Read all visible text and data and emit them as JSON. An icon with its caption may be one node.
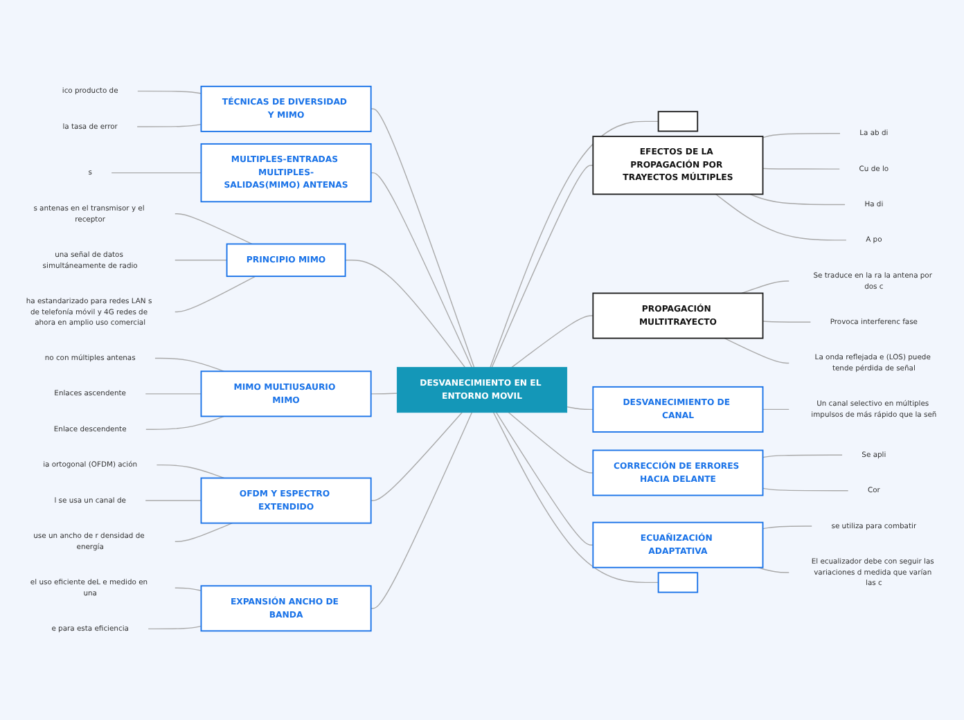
{
  "diagram": {
    "nodes": [
      {
        "text": [
          "DESVANECIMIENTO EN EL ENTORNO MOVIL"
        ]
      },
      {
        "text": [
          "TÉCNICAS DE DIVERSIDAD Y MIMO"
        ]
      },
      {
        "text": [
          "ico producto de"
        ]
      },
      {
        "text": [
          "la tasa de error"
        ]
      },
      {
        "text": [
          "MULTIPLES-ENTRADAS MULTIPLES-SALIDAS(MIMO) ANTENAS"
        ]
      },
      {
        "text": [
          "s"
        ]
      },
      {
        "text": [
          "PRINCIPIO MIMO"
        ]
      },
      {
        "text": [
          "s antenas en el transmisor y el receptor"
        ]
      },
      {
        "text": [
          "una señal de datos simultáneamente de radio"
        ]
      },
      {
        "text": [
          "ha estandarizado para redes LAN s de telefonía móvil y 4G redes de ahora en amplio uso comercial"
        ]
      },
      {
        "text": [
          "MIMO MULTIUSAURIO MIMO"
        ]
      },
      {
        "text": [
          "no con múltiples antenas"
        ]
      },
      {
        "text": [
          "Enlaces ascendente"
        ]
      },
      {
        "text": [
          "Enlace descendente"
        ]
      },
      {
        "text": [
          "OFDM Y ESPECTRO EXTENDIDO"
        ]
      },
      {
        "text": [
          "ia ortogonal (OFDM) ación"
        ]
      },
      {
        "text": [
          "l se usa un canal de"
        ]
      },
      {
        "text": [
          "use un ancho de r densidad de energía"
        ]
      },
      {
        "text": [
          "EXPANSIÓN ANCHO DE BANDA"
        ]
      },
      {
        "text": [
          "el uso eficiente deL e medido en una"
        ]
      },
      {
        "text": [
          "e para esta eficiencia"
        ]
      },
      {
        "text": [],
        "shape": "box"
      },
      {
        "text": [
          "EFECTOS DE LA PROPAGACIÓN POR TRAYECTOS MÚLTIPLES"
        ]
      },
      {
        "text": [
          "La ab di"
        ]
      },
      {
        "text": [
          "Cu de lo"
        ]
      },
      {
        "text": [
          "Ha di"
        ]
      },
      {
        "text": [
          "A po"
        ]
      },
      {
        "text": [
          "PROPAGACIÓN MULTITRAYECTO"
        ]
      },
      {
        "text": [
          "Se traduce en la ra la antena por dos c"
        ]
      },
      {
        "text": [
          "Provoca interferenc fase"
        ]
      },
      {
        "text": [
          "La onda reflejada e (LOS) puede tende pérdida de señal"
        ]
      },
      {
        "text": [
          "DESVANECIMIENTO DE CANAL"
        ]
      },
      {
        "text": [
          "Un canal selectivo en múltiples impulsos de más rápido que la señ"
        ]
      },
      {
        "text": [
          "CORRECCIÓN DE ERRORES HACIA DELANTE"
        ]
      },
      {
        "text": [
          "Se apli"
        ]
      },
      {
        "text": [
          "Cor"
        ]
      },
      {
        "text": [
          "ECUAÑIZACIÓN ADAPTATIVA"
        ]
      },
      {
        "text": [
          "se utiliza para combatir"
        ]
      },
      {
        "text": [
          "El ecualizador debe con seguir las variaciones d medida que varían las c"
        ]
      },
      {
        "text": [],
        "shape": "box"
      }
    ],
    "edges": [
      {
        "from": 2,
        "to": 1,
        "arrow": "none"
      },
      {
        "from": 3,
        "to": 1,
        "arrow": "none"
      },
      {
        "from": 1,
        "to": 0,
        "arrow": "none"
      },
      {
        "from": 5,
        "to": 4,
        "arrow": "none"
      },
      {
        "from": 4,
        "to": 0,
        "arrow": "none"
      },
      {
        "from": 7,
        "to": 6,
        "arrow": "none"
      },
      {
        "from": 8,
        "to": 6,
        "arrow": "none"
      },
      {
        "from": 9,
        "to": 6,
        "arrow": "none"
      },
      {
        "from": 6,
        "to": 0,
        "arrow": "none"
      },
      {
        "from": 11,
        "to": 10,
        "arrow": "none"
      },
      {
        "from": 12,
        "to": 10,
        "arrow": "none"
      },
      {
        "from": 13,
        "to": 10,
        "arrow": "none"
      },
      {
        "from": 10,
        "to": 0,
        "arrow": "none"
      },
      {
        "from": 15,
        "to": 14,
        "arrow": "none"
      },
      {
        "from": 16,
        "to": 14,
        "arrow": "none"
      },
      {
        "from": 17,
        "to": 14,
        "arrow": "none"
      },
      {
        "from": 14,
        "to": 0,
        "arrow": "none"
      },
      {
        "from": 19,
        "to": 18,
        "arrow": "none"
      },
      {
        "from": 20,
        "to": 18,
        "arrow": "none"
      },
      {
        "from": 18,
        "to": 0,
        "arrow": "none"
      },
      {
        "from": 0,
        "to": 21,
        "arrow": "none"
      },
      {
        "from": 0,
        "to": 22,
        "arrow": "none"
      },
      {
        "from": 22,
        "to": 23,
        "arrow": "none"
      },
      {
        "from": 22,
        "to": 24,
        "arrow": "none"
      },
      {
        "from": 22,
        "to": 25,
        "arrow": "none"
      },
      {
        "from": 22,
        "to": 26,
        "arrow": "none"
      },
      {
        "from": 0,
        "to": 27,
        "arrow": "none"
      },
      {
        "from": 27,
        "to": 28,
        "arrow": "none"
      },
      {
        "from": 27,
        "to": 29,
        "arrow": "none"
      },
      {
        "from": 27,
        "to": 30,
        "arrow": "none"
      },
      {
        "from": 0,
        "to": 31,
        "arrow": "none"
      },
      {
        "from": 31,
        "to": 32,
        "arrow": "none"
      },
      {
        "from": 0,
        "to": 33,
        "arrow": "none"
      },
      {
        "from": 33,
        "to": 34,
        "arrow": "none"
      },
      {
        "from": 33,
        "to": 35,
        "arrow": "none"
      },
      {
        "from": 0,
        "to": 36,
        "arrow": "none"
      },
      {
        "from": 36,
        "to": 37,
        "arrow": "none"
      },
      {
        "from": 36,
        "to": 38,
        "arrow": "none"
      },
      {
        "from": 0,
        "to": 39,
        "arrow": "none"
      }
    ]
  }
}
